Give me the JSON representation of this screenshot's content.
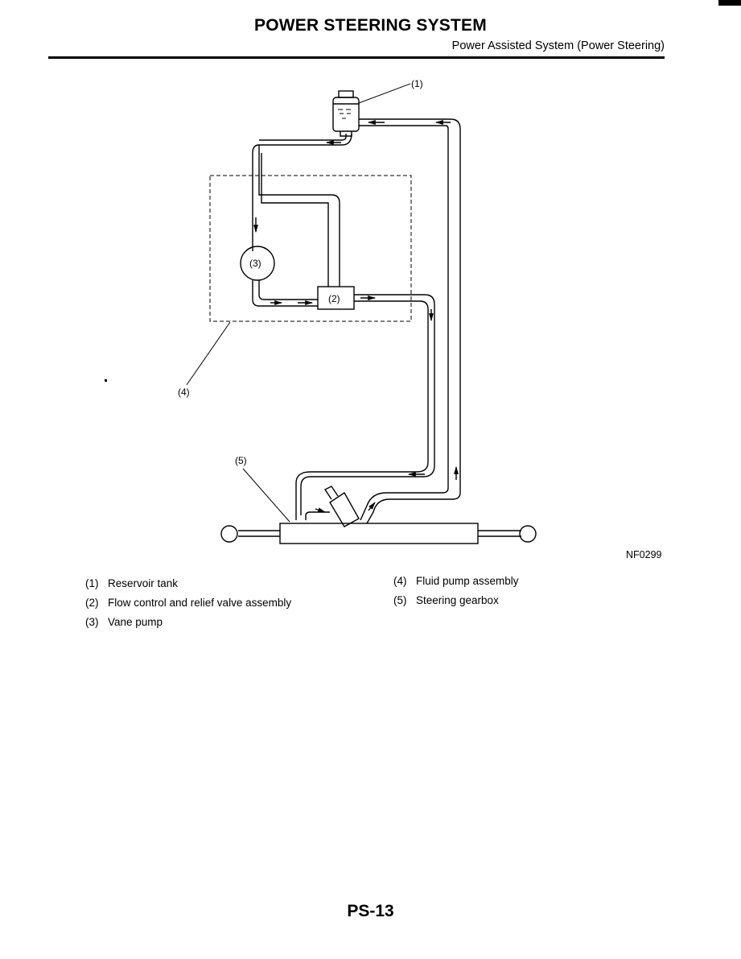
{
  "header": {
    "title": "POWER STEERING SYSTEM",
    "subtitle": "Power Assisted System (Power Steering)"
  },
  "figure": {
    "code": "NF0299",
    "callouts": {
      "c1": "(1)",
      "c2": "(2)",
      "c3": "(3)",
      "c4": "(4)",
      "c5": "(5)"
    }
  },
  "legend": [
    {
      "num": "(1)",
      "label": "Reservoir tank"
    },
    {
      "num": "(2)",
      "label": "Flow control and relief valve assembly"
    },
    {
      "num": "(3)",
      "label": "Vane pump"
    },
    {
      "num": "(4)",
      "label": "Fluid pump assembly"
    },
    {
      "num": "(5)",
      "label": "Steering gearbox"
    }
  ],
  "footer": {
    "page": "PS-13"
  }
}
